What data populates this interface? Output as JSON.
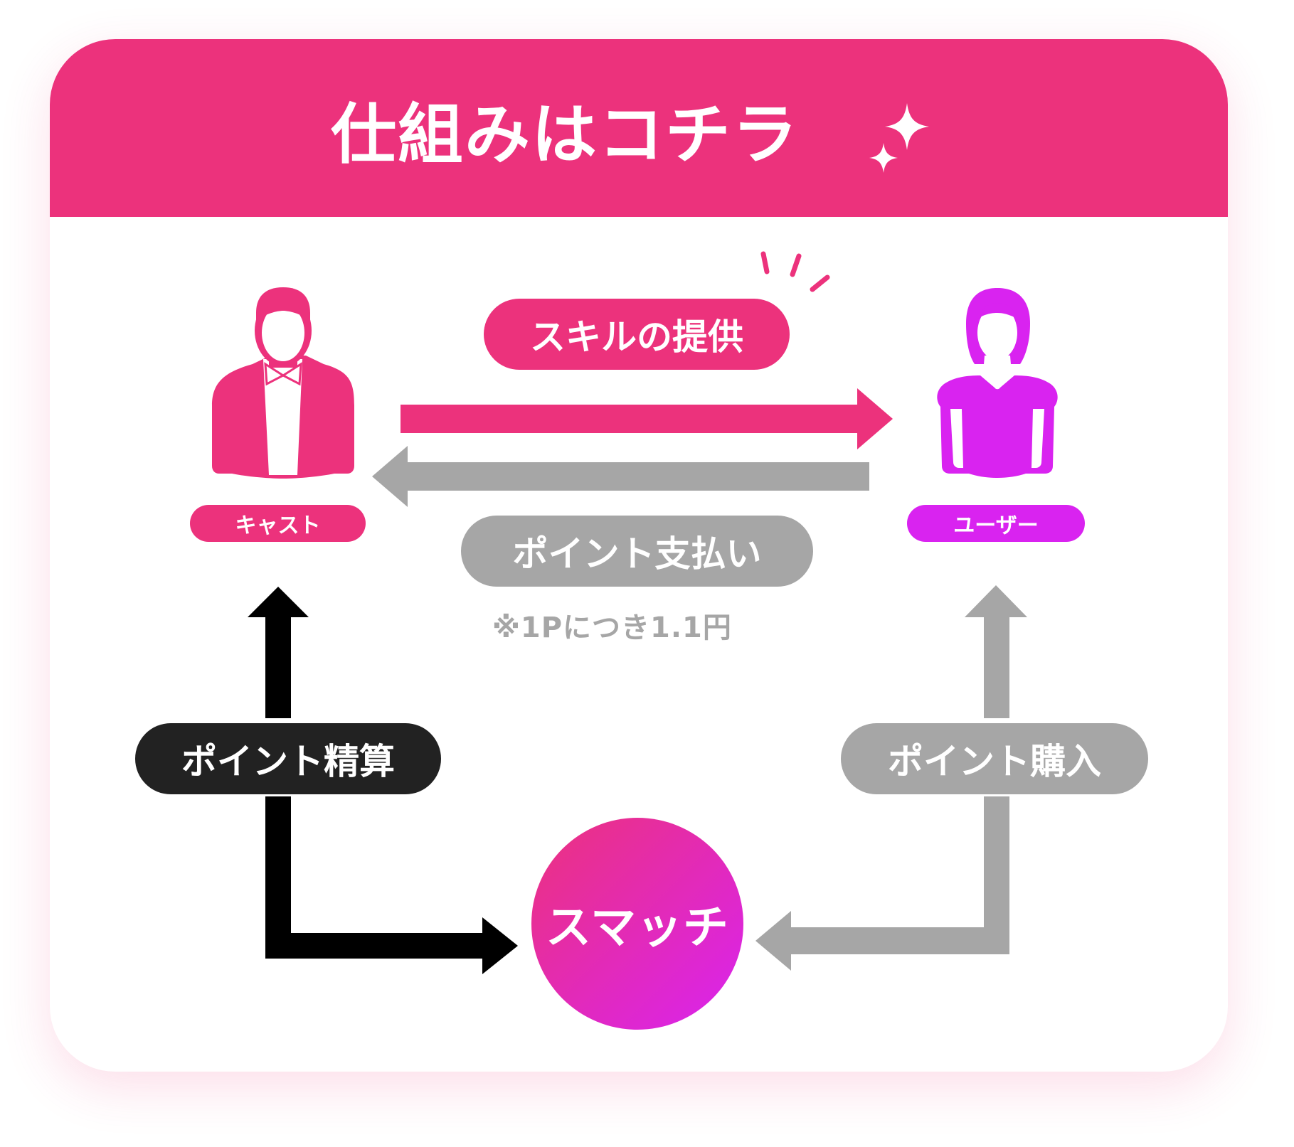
{
  "header": {
    "title": "仕組みはコチラ"
  },
  "cast": {
    "label": "キャスト"
  },
  "user": {
    "label": "ユーザー"
  },
  "flows": {
    "skill": "スキルの提供",
    "payment": "ポイント支払い",
    "payment_note": "※1Pにつき1.1円",
    "settlement": "ポイント精算",
    "purchase": "ポイント購入"
  },
  "center": {
    "label": "スマッチ"
  },
  "colors": {
    "pink": "#ec327c",
    "magenta": "#d923f0",
    "gray": "#a6a6a6",
    "black": "#000000",
    "dark": "#222222"
  }
}
